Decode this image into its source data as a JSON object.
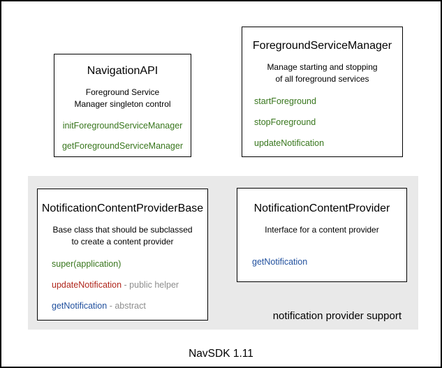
{
  "canvas": {
    "footer_label": "NavSDK 1.11"
  },
  "colors": {
    "method_green": "#38761d",
    "method_red": "#b0261c",
    "method_blue": "#21509e",
    "annotation_gray": "#8d8d8d",
    "group_background": "#e9e9e9",
    "border": "#000000",
    "background": "#ffffff"
  },
  "boxes": {
    "navigation_api": {
      "title": "NavigationAPI",
      "description_lines": [
        "Foreground Service",
        "Manager singleton control"
      ],
      "methods": [
        {
          "name": "initForegroundServiceManager"
        },
        {
          "name": "getForegroundServiceManager"
        }
      ]
    },
    "foreground_service_manager": {
      "title": "ForegroundServiceManager",
      "description_lines": [
        "Manage starting and stopping",
        "of all foreground services"
      ],
      "methods": [
        {
          "name": "startForeground"
        },
        {
          "name": "stopForeground"
        },
        {
          "name": "updateNotification"
        }
      ]
    },
    "notification_content_provider_base": {
      "title": "NotificationContentProviderBase",
      "description_lines": [
        "Base class that should be subclassed",
        "to create a content provider"
      ],
      "methods": [
        {
          "name": "super(application)",
          "annotation": ""
        },
        {
          "name": "updateNotification",
          "annotation": " - public helper"
        },
        {
          "name": "getNotification",
          "annotation": " - abstract"
        }
      ]
    },
    "notification_content_provider": {
      "title": "NotificationContentProvider",
      "description_lines": [
        "Interface for a content provider"
      ],
      "methods": [
        {
          "name": "getNotification"
        }
      ]
    }
  },
  "group": {
    "label": "notification provider support"
  }
}
